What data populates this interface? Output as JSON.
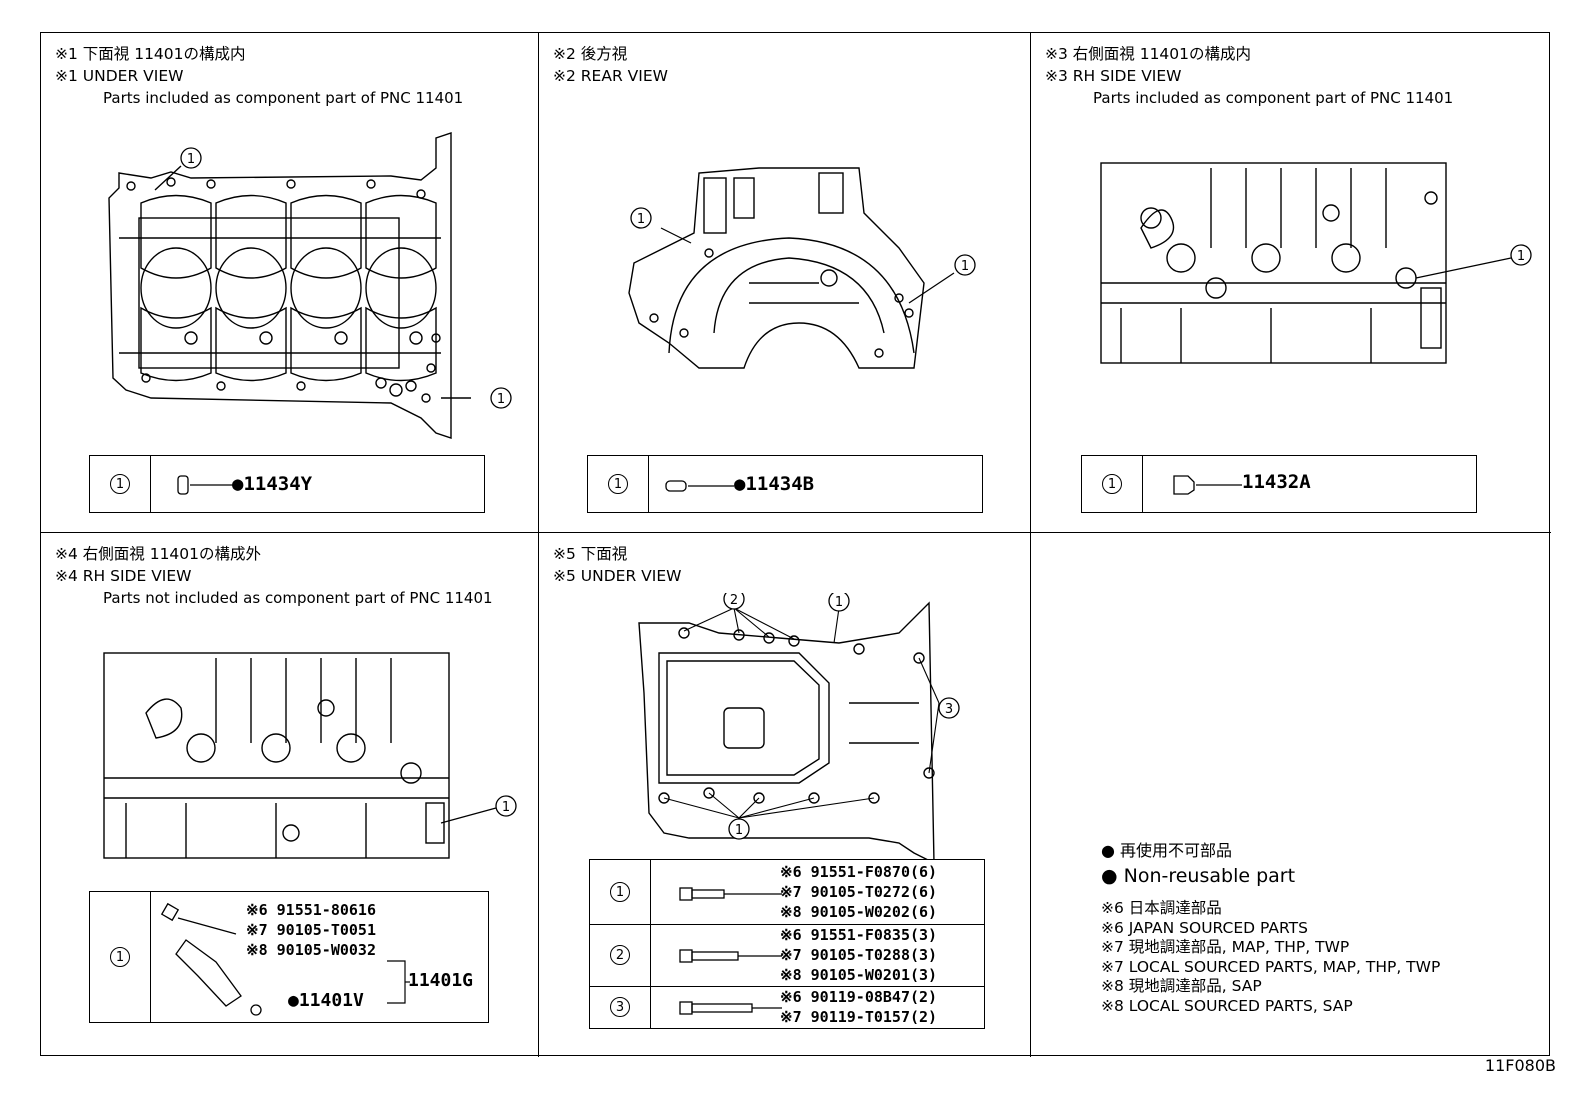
{
  "panels": [
    {
      "jp": "※1 下面視 11401の構成内",
      "en": "※1 UNDER VIEW",
      "note": "Parts included as component part of PNC 11401"
    },
    {
      "jp": "※2 後方視",
      "en": "※2 REAR VIEW",
      "note": ""
    },
    {
      "jp": "※3 右側面視 11401の構成内",
      "en": "※3 RH SIDE VIEW",
      "note": "Parts included as component part of PNC 11401"
    },
    {
      "jp": "※4 右側面視 11401の構成外",
      "en": "※4 RH SIDE VIEW",
      "note": "Parts not included as component part of PNC 11401"
    },
    {
      "jp": "※5 下面視",
      "en": "※5 UNDER VIEW",
      "note": ""
    }
  ],
  "callouts": {
    "one": "1",
    "two": "2",
    "three": "3"
  },
  "parts": {
    "p1": "●11434Y",
    "p2": "●11434B",
    "p3": "11432A",
    "p4": {
      "lines": [
        "※6 91551-80616",
        "※7 90105-T0051",
        "※8 90105-W0032"
      ],
      "pnc_group": "11401G",
      "pnc_sub": "●11401V"
    },
    "p5": {
      "row1": [
        "※6 91551-F0870(6)",
        "※7 90105-T0272(6)",
        "※8 90105-W0202(6)"
      ],
      "row2": [
        "※6 91551-F0835(3)",
        "※7 90105-T0288(3)",
        "※8 90105-W0201(3)"
      ],
      "row3": [
        "※6 90119-08B47(2)",
        "※7 90119-T0157(2)"
      ]
    }
  },
  "legend": {
    "jp_nonreuse": "● 再使用不可部品",
    "en_nonreuse": "● Non-reusable part",
    "l1": "※6 日本調達部品",
    "l2": "※6 JAPAN SOURCED PARTS",
    "l3": "※7 現地調達部品, MAP, THP, TWP",
    "l4": "※7 LOCAL SOURCED PARTS, MAP, THP, TWP",
    "l5": "※8 現地調達部品, SAP",
    "l6": "※8 LOCAL SOURCED PARTS, SAP"
  },
  "figure_id": "11F080B"
}
